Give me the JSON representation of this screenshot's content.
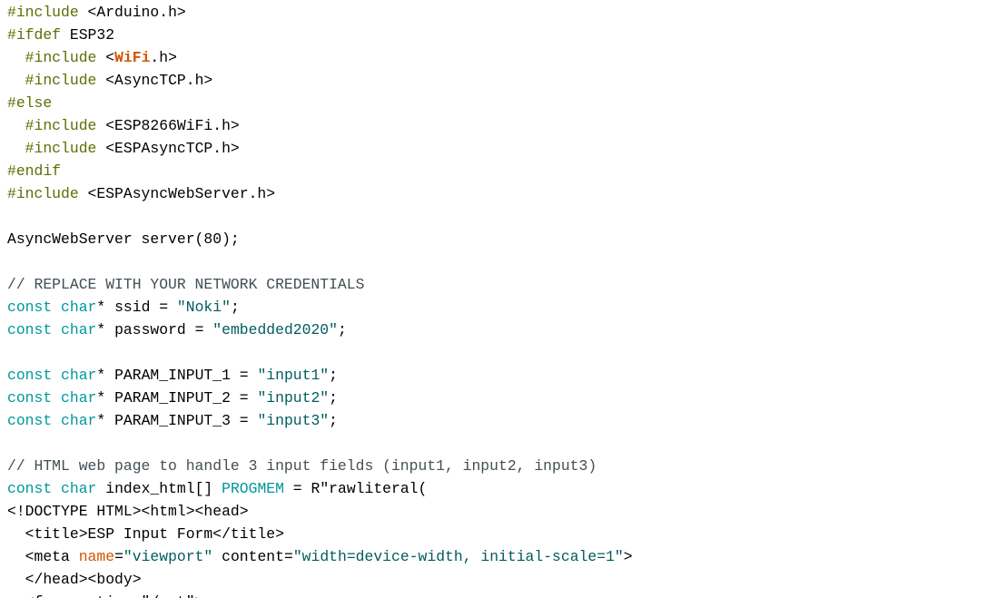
{
  "colors": {
    "preprocessor": "#5e6d03",
    "keyword": "#00979c",
    "string": "#005c5f",
    "comment": "#434f54",
    "highlight": "#d35400",
    "text": "#000000",
    "background": "#ffffff"
  },
  "lines": [
    [
      {
        "t": "#include",
        "k": "pre"
      },
      {
        "t": " <Arduino.h>",
        "k": "plain"
      }
    ],
    [
      {
        "t": "#ifdef",
        "k": "pre"
      },
      {
        "t": " ESP32",
        "k": "plain"
      }
    ],
    [
      {
        "t": "  #include",
        "k": "pre"
      },
      {
        "t": " <",
        "k": "plain"
      },
      {
        "t": "WiFi",
        "k": "lib"
      },
      {
        "t": ".h>",
        "k": "plain"
      }
    ],
    [
      {
        "t": "  #include",
        "k": "pre"
      },
      {
        "t": " <AsyncTCP.h>",
        "k": "plain"
      }
    ],
    [
      {
        "t": "#else",
        "k": "pre"
      }
    ],
    [
      {
        "t": "  #include",
        "k": "pre"
      },
      {
        "t": " <ESP8266WiFi.h>",
        "k": "plain"
      }
    ],
    [
      {
        "t": "  #include",
        "k": "pre"
      },
      {
        "t": " <ESPAsyncTCP.h>",
        "k": "plain"
      }
    ],
    [
      {
        "t": "#endif",
        "k": "pre"
      }
    ],
    [
      {
        "t": "#include",
        "k": "pre"
      },
      {
        "t": " <ESPAsyncWebServer.h>",
        "k": "plain"
      }
    ],
    [],
    [
      {
        "t": "AsyncWebServer server(80);",
        "k": "plain"
      }
    ],
    [],
    [
      {
        "t": "// REPLACE WITH YOUR NETWORK CREDENTIALS",
        "k": "cmt"
      }
    ],
    [
      {
        "t": "const",
        "k": "kw"
      },
      {
        "t": " ",
        "k": "plain"
      },
      {
        "t": "char",
        "k": "kw"
      },
      {
        "t": "* ssid = ",
        "k": "plain"
      },
      {
        "t": "\"Noki\"",
        "k": "str"
      },
      {
        "t": ";",
        "k": "plain"
      }
    ],
    [
      {
        "t": "const",
        "k": "kw"
      },
      {
        "t": " ",
        "k": "plain"
      },
      {
        "t": "char",
        "k": "kw"
      },
      {
        "t": "* password = ",
        "k": "plain"
      },
      {
        "t": "\"embedded2020\"",
        "k": "str"
      },
      {
        "t": ";",
        "k": "plain"
      }
    ],
    [],
    [
      {
        "t": "const",
        "k": "kw"
      },
      {
        "t": " ",
        "k": "plain"
      },
      {
        "t": "char",
        "k": "kw"
      },
      {
        "t": "* PARAM_INPUT_1 = ",
        "k": "plain"
      },
      {
        "t": "\"input1\"",
        "k": "str"
      },
      {
        "t": ";",
        "k": "plain"
      }
    ],
    [
      {
        "t": "const",
        "k": "kw"
      },
      {
        "t": " ",
        "k": "plain"
      },
      {
        "t": "char",
        "k": "kw"
      },
      {
        "t": "* PARAM_INPUT_2 = ",
        "k": "plain"
      },
      {
        "t": "\"input2\"",
        "k": "str"
      },
      {
        "t": ";",
        "k": "plain"
      }
    ],
    [
      {
        "t": "const",
        "k": "kw"
      },
      {
        "t": " ",
        "k": "plain"
      },
      {
        "t": "char",
        "k": "kw"
      },
      {
        "t": "* PARAM_INPUT_3 = ",
        "k": "plain"
      },
      {
        "t": "\"input3\"",
        "k": "str"
      },
      {
        "t": ";",
        "k": "plain"
      }
    ],
    [],
    [
      {
        "t": "// HTML web page to handle 3 input fields (input1, input2, input3)",
        "k": "cmt"
      }
    ],
    [
      {
        "t": "const",
        "k": "kw"
      },
      {
        "t": " ",
        "k": "plain"
      },
      {
        "t": "char",
        "k": "kw"
      },
      {
        "t": " index_html[] ",
        "k": "plain"
      },
      {
        "t": "PROGMEM",
        "k": "kw"
      },
      {
        "t": " = R\"rawliteral(",
        "k": "plain"
      }
    ],
    [
      {
        "t": "<!DOCTYPE HTML><html><head>",
        "k": "plain"
      }
    ],
    [
      {
        "t": "  <title>ESP Input Form</title>",
        "k": "plain"
      }
    ],
    [
      {
        "t": "  <meta ",
        "k": "plain"
      },
      {
        "t": "name",
        "k": "attr"
      },
      {
        "t": "=",
        "k": "plain"
      },
      {
        "t": "\"viewport\"",
        "k": "str"
      },
      {
        "t": " content=",
        "k": "plain"
      },
      {
        "t": "\"width=device-width, initial-scale=1\"",
        "k": "str"
      },
      {
        "t": ">",
        "k": "plain"
      }
    ],
    [
      {
        "t": "  </head><body>",
        "k": "plain"
      }
    ],
    [
      {
        "t": "  <form action=\"/get\">",
        "k": "plain"
      }
    ]
  ]
}
